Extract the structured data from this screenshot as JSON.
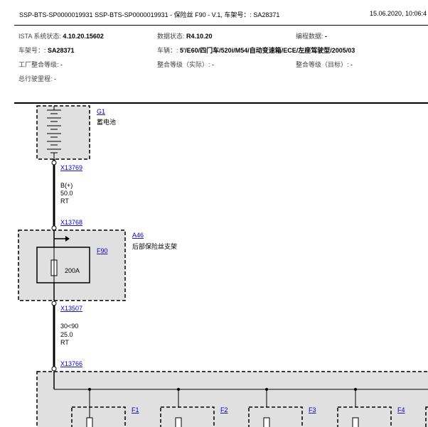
{
  "header": {
    "title": "SSP-BTS-SP0000019931 SSP-BTS-SP0000019931 - 保险丝 F90 - V.1, 车架号：: SA28371",
    "date": "15.06.2020, 10:06:4"
  },
  "info": {
    "ista_label": "ISTA 系统状态: ",
    "ista_value": "4.10.20.15602",
    "data_label": "数据状态: ",
    "data_value": "R4.10.20",
    "prog_label": "编程数据: ",
    "prog_value": "-",
    "vin_label": "车架号：: ",
    "vin_value": "SA28371",
    "vehicle_label": "车辆：: ",
    "vehicle_value": "5'/E60/四门车/520i/M54/自动变速箱/ECE/左座驾驶型/2005/03",
    "factory_label": "工厂整合等级: ",
    "factory_value": "-",
    "actual_label": "整合等级（实际）: ",
    "actual_value": "-",
    "target_label": "整合等级（目标）: ",
    "target_value": "-",
    "mileage_label": "总行驶里程: ",
    "mileage_value": "-"
  },
  "diagram": {
    "battery": {
      "id": "G1",
      "name": "蓄电池"
    },
    "connectors": [
      "X13769",
      "X13768",
      "X13507",
      "X13766"
    ],
    "wire1": {
      "signal": "B(+)",
      "size": "50.0",
      "color": "RT"
    },
    "wire2": {
      "signal": "30<90",
      "size": "25.0",
      "color": "RT"
    },
    "fuse_box": {
      "id": "A46",
      "name": "后部保险丝支架"
    },
    "fuse": {
      "id": "F90",
      "rating": "200A"
    },
    "sub_fuses": [
      "F1",
      "F2",
      "F3",
      "F4"
    ]
  }
}
